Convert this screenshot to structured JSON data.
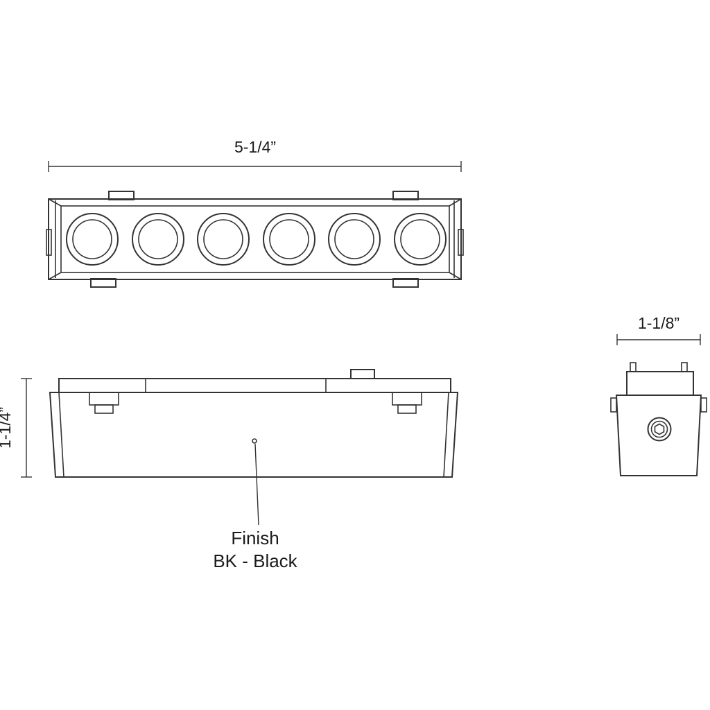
{
  "page": {
    "background": "#ffffff",
    "line_color": "#333333",
    "text_color": "#1a1a1a"
  },
  "top_view": {
    "width_dimension": "5-1/4”",
    "lens_count": 6
  },
  "side_view": {
    "height_dimension": "1-1/4”",
    "finish_label": {
      "line1": "Finish",
      "line2": "BK - Black"
    }
  },
  "end_view": {
    "depth_dimension": "1-1/8”"
  }
}
